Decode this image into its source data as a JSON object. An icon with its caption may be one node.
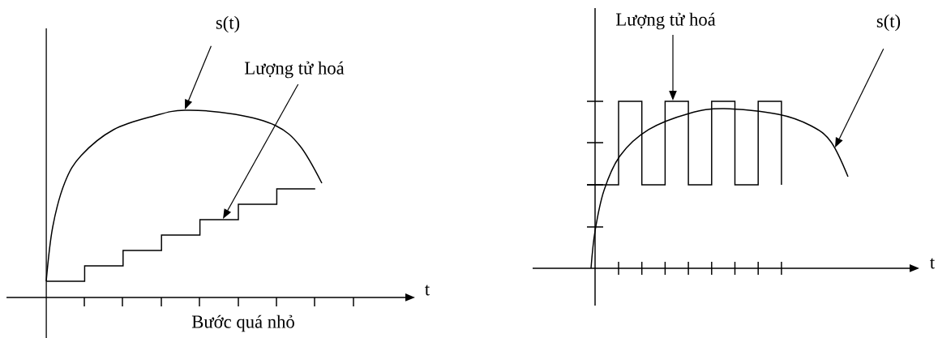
{
  "diagram": {
    "nodes": [
      {
        "text": [
          "s(t)"
        ]
      },
      {
        "text": [
          "Lượng tử hoá"
        ]
      },
      {
        "text": [
          "Lượng tử hoá"
        ]
      },
      {
        "text": [
          "s(t)"
        ]
      }
    ],
    "edges": [
      {
        "from": 0,
        "to": null,
        "arrow": "to"
      },
      {
        "from": 1,
        "to": null,
        "arrow": "to"
      },
      {
        "from": 2,
        "to": null,
        "arrow": "to"
      },
      {
        "from": 3,
        "to": null,
        "arrow": "to"
      }
    ],
    "labels": [
      "t",
      "Bước quá nhỏ",
      "t"
    ]
  }
}
